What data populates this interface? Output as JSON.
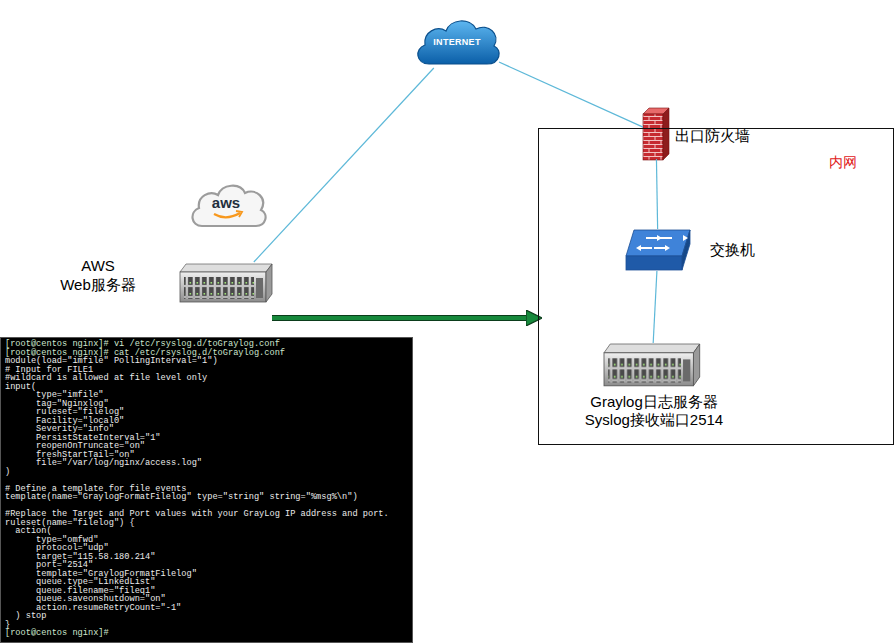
{
  "diagram": {
    "nodes": [
      {
        "text": [
          "INTERNET"
        ]
      },
      {
        "text": [
          "内网"
        ]
      },
      {
        "text": [
          "出口防火墙"
        ],
        "in": 1
      },
      {
        "text": [
          "aws"
        ]
      },
      {
        "text": [
          "AWS Web服务器"
        ]
      },
      {
        "text": [
          "交换机"
        ],
        "in": 1
      },
      {
        "text": [
          "Graylog日志服务器 Syslog接收端口2514"
        ],
        "in": 1
      },
      {
        "text": [
          "[root@centos nginx]# vi /etc/rsyslog.d/toGraylog.conf",
          "[root@centos nginx]# cat /etc/rsyslog.d/toGraylog.conf",
          "module(load=\"imfile\" PollingInterval=\"1\")",
          "# Input for FILE1",
          "#wildcard is allowed at file level only",
          "input(",
          "type=\"imfile\"",
          "tag=\"Nginxlog\"",
          "ruleset=\"filelog\"",
          "Facility=\"local0\"",
          "Severity=\"info\"",
          "PersistStateInterval=\"1\"",
          "reopenOnTruncate=\"on\"",
          "freshStartTail=\"on\"",
          "file=\"/var/log/nginx/access.log\"",
          ")",
          "# Define a template for file events",
          "template(name=\"GraylogFormatFilelog\" type=\"string\" string=\"%msg%\\n\")",
          "#Replace the Target and Port values with your GrayLog IP address and port.",
          "ruleset(name=\"filelog\") {",
          "action(",
          "type=\"omfwd\"",
          "protocol=\"udp\"",
          "target=\"115.58.180.214\"",
          "port=\"2514\"",
          "template=\"GraylogFormatFilelog\"",
          "queue.type=\"LinkedList\"",
          "queue.filename=\"fileq1\"",
          "queue.saveonshutdown=\"on\"",
          "action.resumeRetryCount=\"-1\"",
          ") stop",
          "}",
          "[root@centos nginx]#"
        ]
      }
    ],
    "edges": [
      {
        "from": 0,
        "to": 4,
        "arrow": "none"
      },
      {
        "from": 0,
        "to": 2,
        "arrow": "none"
      },
      {
        "from": 2,
        "to": 5,
        "arrow": "none"
      },
      {
        "from": 5,
        "to": 6,
        "arrow": "none"
      },
      {
        "from": 4,
        "to": 1,
        "arrow": "to"
      }
    ]
  }
}
